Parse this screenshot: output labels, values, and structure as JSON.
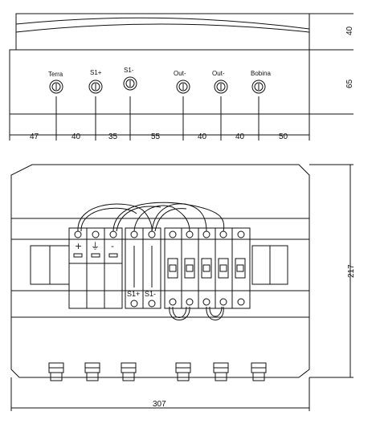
{
  "top_view": {
    "height_labels": [
      "40",
      "65"
    ],
    "connector_labels": [
      "Terra",
      "S1+",
      "S1-",
      "Out-",
      "Out-",
      "Bobina"
    ],
    "spacing_labels": [
      "47",
      "40",
      "35",
      "55",
      "40",
      "40",
      "50"
    ]
  },
  "front_view": {
    "height_label": "217",
    "width_label": "307",
    "spd_symbols": [
      "+",
      "⏚",
      "-"
    ],
    "breaker_labels": [
      "S1+",
      "S1-"
    ]
  }
}
